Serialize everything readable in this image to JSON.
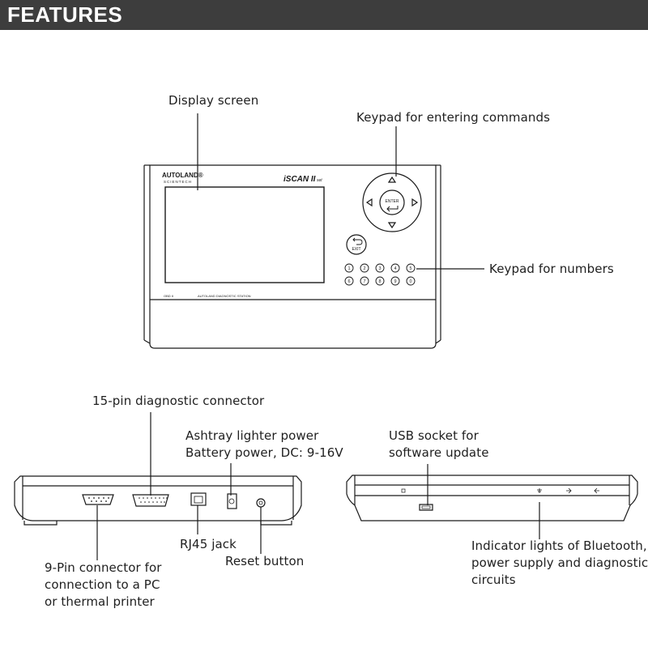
{
  "header": {
    "title": "FEATURES"
  },
  "device": {
    "brand": "AUTOLAND®",
    "brand_sub": "SCIENTECH",
    "model": "iSCAN II",
    "model_suffix": "set",
    "enter_key": "ENTER",
    "exit_key": "EXIT",
    "number_keys": [
      "1",
      "2",
      "3",
      "4",
      "5",
      "6",
      "7",
      "8",
      "9",
      "0"
    ],
    "footer_left": "OBD II",
    "footer_center": "AUTOLAND DIAGNOSTIC STATION"
  },
  "labels": {
    "display_screen": "Display screen",
    "keypad_commands": "Keypad for entering commands",
    "keypad_numbers": "Keypad for numbers",
    "diag_connector": "15-pin diagnostic connector",
    "power_line1": "Ashtray lighter power",
    "power_line2": "Battery power, DC: 9-16V",
    "rj45": "RJ45 jack",
    "reset": "Reset button",
    "nine_pin_line1": "9-Pin connector for",
    "nine_pin_line2": "connection to a PC",
    "nine_pin_line3": "or thermal printer",
    "usb_line1": "USB socket for",
    "usb_line2": "software update",
    "indicator_line1": "Indicator lights of Bluetooth,",
    "indicator_line2": "power supply and diagnostic",
    "indicator_line3": "circuits"
  }
}
